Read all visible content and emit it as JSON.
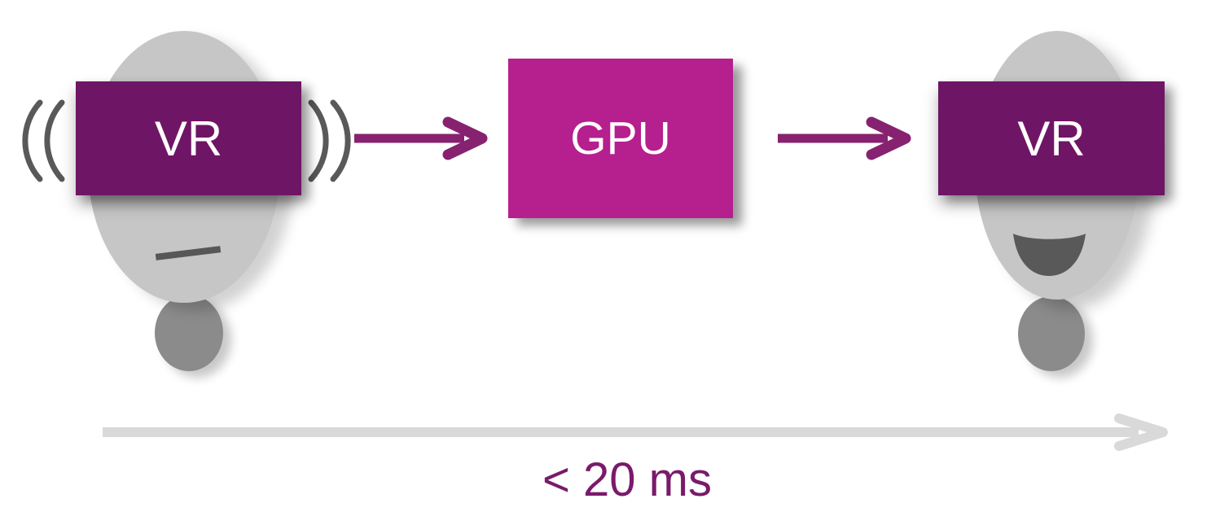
{
  "diagram": {
    "left_user": {
      "headset_label": "VR",
      "icons": {
        "motion_left": "motion-vibration-arcs",
        "motion_right": "motion-vibration-arcs",
        "mouth": "neutral-mouth-line"
      }
    },
    "processor": {
      "label": "GPU"
    },
    "right_user": {
      "headset_label": "VR",
      "icons": {
        "mouth": "open-smile-mouth"
      }
    },
    "flow": {
      "arrow_headset_to_gpu": "right-arrow",
      "arrow_gpu_to_headset": "right-arrow"
    },
    "timeline": {
      "latency_label": "< 20 ms",
      "arrow": "right-arrow"
    }
  },
  "colors": {
    "headset_purple": "#6f1566",
    "gpu_magenta": "#b51f8e",
    "arrow_purple": "#872270",
    "latency_text_purple": "#7a1a6b",
    "head_gray": "#c6c6c6",
    "neck_gray": "#8b8b8b",
    "feature_gray": "#575757",
    "timeline_gray": "#d9d9d9"
  }
}
